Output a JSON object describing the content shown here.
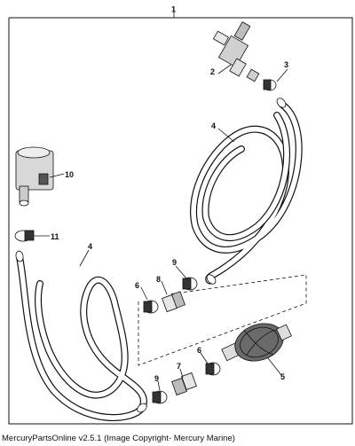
{
  "callouts": {
    "c1": "1",
    "c2": "2",
    "c3": "3",
    "c4a": "4",
    "c4b": "4",
    "c5": "5",
    "c6a": "6",
    "c6b": "6",
    "c7": "7",
    "c8": "8",
    "c9a": "9",
    "c9b": "9",
    "c10": "10",
    "c11": "11"
  },
  "footer": "MercuryPartsOnline v2.5.1 (Image Copyright- Mercury Marine)"
}
